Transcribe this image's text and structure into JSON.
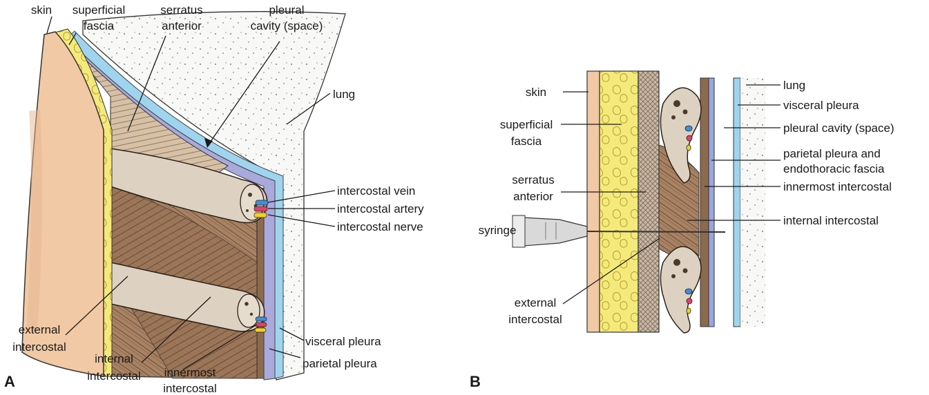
{
  "panel_a": {
    "letter": "A",
    "labels": {
      "skin": "skin",
      "superficial_fascia": [
        "superficial",
        "fascia"
      ],
      "serratus_anterior": [
        "serratus",
        "anterior"
      ],
      "pleural_cavity": [
        "pleural",
        "cavity (space)"
      ],
      "lung": "lung",
      "intercostal_vein": "intercostal vein",
      "intercostal_artery": "intercostal artery",
      "intercostal_nerve": "intercostal nerve",
      "external_intercostal": [
        "external",
        "intercostal"
      ],
      "internal_intercostal": [
        "internal",
        "intercostal"
      ],
      "innermost_intercostal": [
        "innermost",
        "intercostal"
      ],
      "visceral_pleura": "visceral pleura",
      "parietal_pleura": "parietal pleura"
    }
  },
  "panel_b": {
    "letter": "B",
    "labels": {
      "skin": "skin",
      "superficial_fascia": [
        "superficial",
        "fascia"
      ],
      "serratus_anterior": [
        "serratus",
        "anterior"
      ],
      "syringe": "syringe",
      "external_intercostal": [
        "external",
        "intercostal"
      ],
      "lung": "lung",
      "visceral_pleura": "visceral pleura",
      "pleural_cavity": "pleural cavity (space)",
      "parietal_pleura_fascia": [
        "parietal pleura and",
        "endothoracic fascia"
      ],
      "innermost_intercostal": "innermost intercostal",
      "internal_intercostal": "internal intercostal"
    }
  },
  "colors": {
    "skin": "#f1c9a5",
    "fat": "#f3ea7a",
    "muscle": "#9a7658",
    "muscle_light": "#cdb59b",
    "rib": "#d9cfc0",
    "pleura_blue": "#9ed4ee",
    "pleura_purple": "#a9a9dc",
    "lung": "#f7f7f5",
    "vein": "#3f8fd6",
    "artery": "#e0416b",
    "nerve": "#f2d21b"
  }
}
